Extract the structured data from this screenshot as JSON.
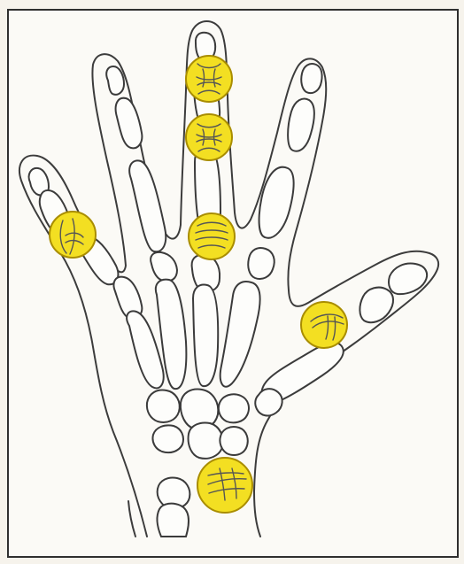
{
  "figure": {
    "title": "",
    "markers": [
      "index-finger-marker",
      "middle-finger-top-marker",
      "middle-finger-middle-marker",
      "middle-finger-base-marker",
      "thumb-marker",
      "wrist-marker"
    ]
  },
  "colors": {
    "paper": "#fbfaf6",
    "frame": "#2f2f2f",
    "marker_fill": "#f3df22",
    "marker_stroke": "#a98d00",
    "line": "#3c3c3c"
  }
}
